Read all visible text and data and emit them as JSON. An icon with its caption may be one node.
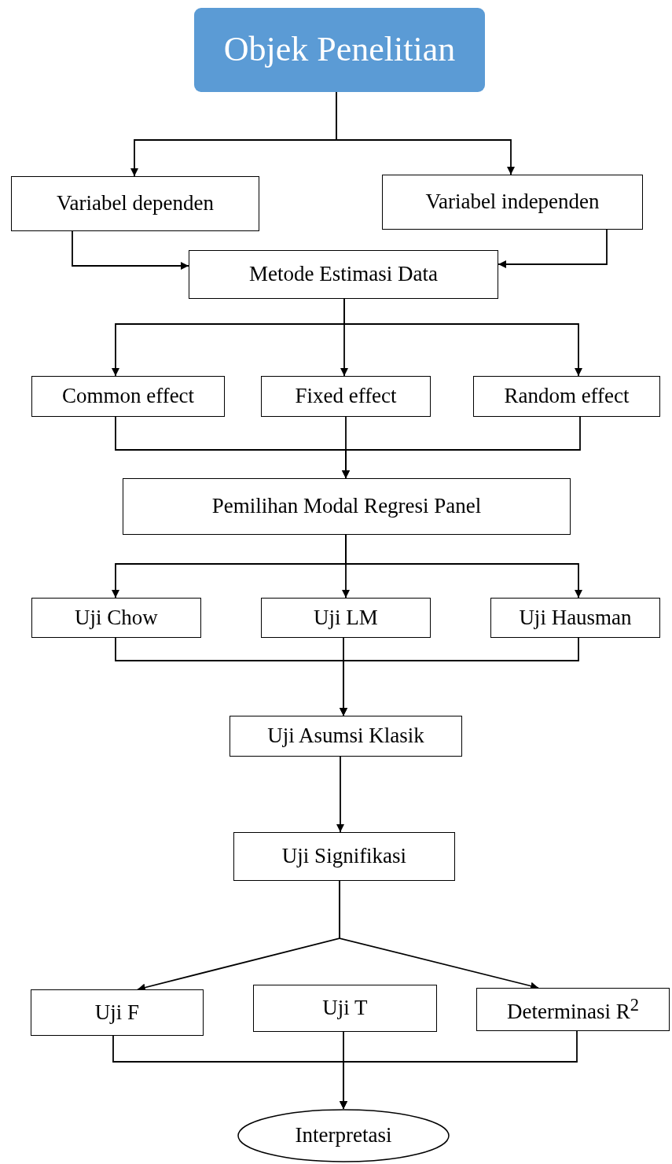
{
  "diagram": {
    "nodes": [
      {
        "text": [
          "Objek Penelitian"
        ]
      },
      {
        "text": [
          "Variabel dependen"
        ]
      },
      {
        "text": [
          "Variabel independen"
        ]
      },
      {
        "text": [
          "Metode Estimasi Data"
        ]
      },
      {
        "text": [
          "Common effect"
        ]
      },
      {
        "text": [
          "Fixed effect"
        ]
      },
      {
        "text": [
          "Random effect"
        ]
      },
      {
        "text": [
          "Pemilihan Modal Regresi Panel"
        ]
      },
      {
        "text": [
          "Uji Chow"
        ]
      },
      {
        "text": [
          "Uji LM"
        ]
      },
      {
        "text": [
          "Uji Hausman"
        ]
      },
      {
        "text": [
          "Uji Asumsi Klasik"
        ]
      },
      {
        "text": [
          "Uji Signifikasi"
        ]
      },
      {
        "text": [
          "Uji F"
        ]
      },
      {
        "text": [
          "Uji T"
        ]
      },
      {
        "text": [
          "Determinasi R$^{2}$"
        ]
      },
      {
        "text": [
          "Interpretasi"
        ]
      }
    ],
    "edges": [
      {
        "from": 0,
        "to": 1,
        "arrow": "to"
      },
      {
        "from": 0,
        "to": 2,
        "arrow": "to"
      },
      {
        "from": 1,
        "to": 3,
        "arrow": "to"
      },
      {
        "from": 2,
        "to": 3,
        "arrow": "to"
      },
      {
        "from": 3,
        "to": 4,
        "arrow": "to"
      },
      {
        "from": 3,
        "to": 5,
        "arrow": "to"
      },
      {
        "from": 3,
        "to": 6,
        "arrow": "to"
      },
      {
        "from": 4,
        "to": 7,
        "arrow": "to"
      },
      {
        "from": 5,
        "to": 7,
        "arrow": "to"
      },
      {
        "from": 6,
        "to": 7,
        "arrow": "to"
      },
      {
        "from": 7,
        "to": 8,
        "arrow": "to"
      },
      {
        "from": 7,
        "to": 9,
        "arrow": "to"
      },
      {
        "from": 7,
        "to": 10,
        "arrow": "to"
      },
      {
        "from": 8,
        "to": 11,
        "arrow": "to"
      },
      {
        "from": 9,
        "to": 11,
        "arrow": "to"
      },
      {
        "from": 10,
        "to": 11,
        "arrow": "to"
      },
      {
        "from": 11,
        "to": 12,
        "arrow": "to"
      },
      {
        "from": 12,
        "to": 13,
        "arrow": "to"
      },
      {
        "from": 12,
        "to": 15,
        "arrow": "to"
      },
      {
        "from": 13,
        "to": 16,
        "arrow": "to"
      },
      {
        "from": 14,
        "to": 16,
        "arrow": "to"
      },
      {
        "from": 15,
        "to": 16,
        "arrow": "to"
      }
    ]
  }
}
